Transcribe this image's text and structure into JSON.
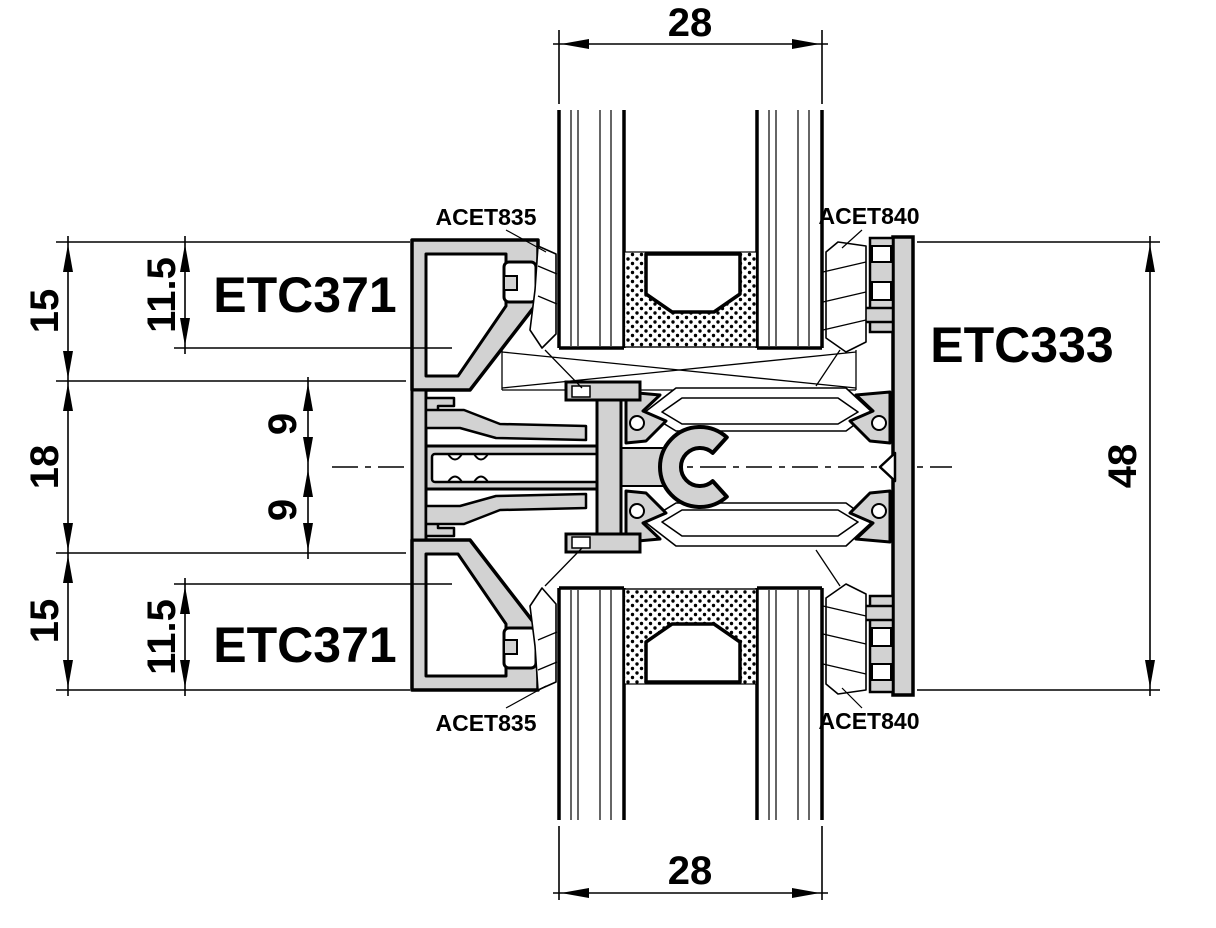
{
  "drawing": {
    "type": "aluminium-profile-section",
    "colors": {
      "background": "#ffffff",
      "line": "#000000",
      "aluminum_fill": "#d2d2d2"
    },
    "labels": {
      "profile_top_left": "ETC371",
      "profile_bottom_left": "ETC371",
      "profile_right": "ETC333",
      "gasket_top_left": "ACET835",
      "gasket_top_right": "ACET840",
      "gasket_bottom_left": "ACET835",
      "gasket_bottom_right": "ACET840"
    },
    "dimensions": {
      "glass_width_top": "28",
      "glass_width_bottom": "28",
      "profile_height": "48",
      "left_chain_top": "15",
      "left_chain_middle": "18",
      "left_chain_bottom": "15",
      "bead_offset_top": "11.5",
      "bead_offset_bottom": "11.5",
      "half_span_upper": "9",
      "half_span_lower": "9"
    }
  }
}
